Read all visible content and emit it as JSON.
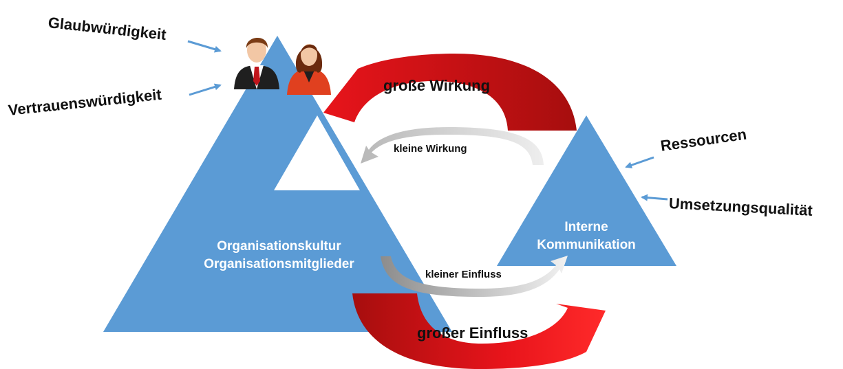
{
  "colors": {
    "triangle_fill": "#5b9bd5",
    "big_arrow_red": "#e8141b",
    "big_arrow_dark_red": "#b01010",
    "small_arrow_gray": "#a0a0a0",
    "pointer_arrow": "#5b9bd5"
  },
  "left_triangle": {
    "line1": "Organisationskultur",
    "line2": "Organisationsmitglieder",
    "attributes": [
      "Glaubwürdigkeit",
      "Vertrauenswürdigkeit"
    ],
    "icons": [
      "businessman-icon",
      "businesswoman-icon"
    ]
  },
  "right_triangle": {
    "line1": "Interne",
    "line2": "Kommunikation",
    "attributes": [
      "Ressourcen",
      "Umsetzungsqualität"
    ]
  },
  "arrows": {
    "top_big": "große Wirkung",
    "top_small": "kleine Wirkung",
    "bottom_small": "kleiner Einfluss",
    "bottom_big": "großer Einfluss"
  }
}
